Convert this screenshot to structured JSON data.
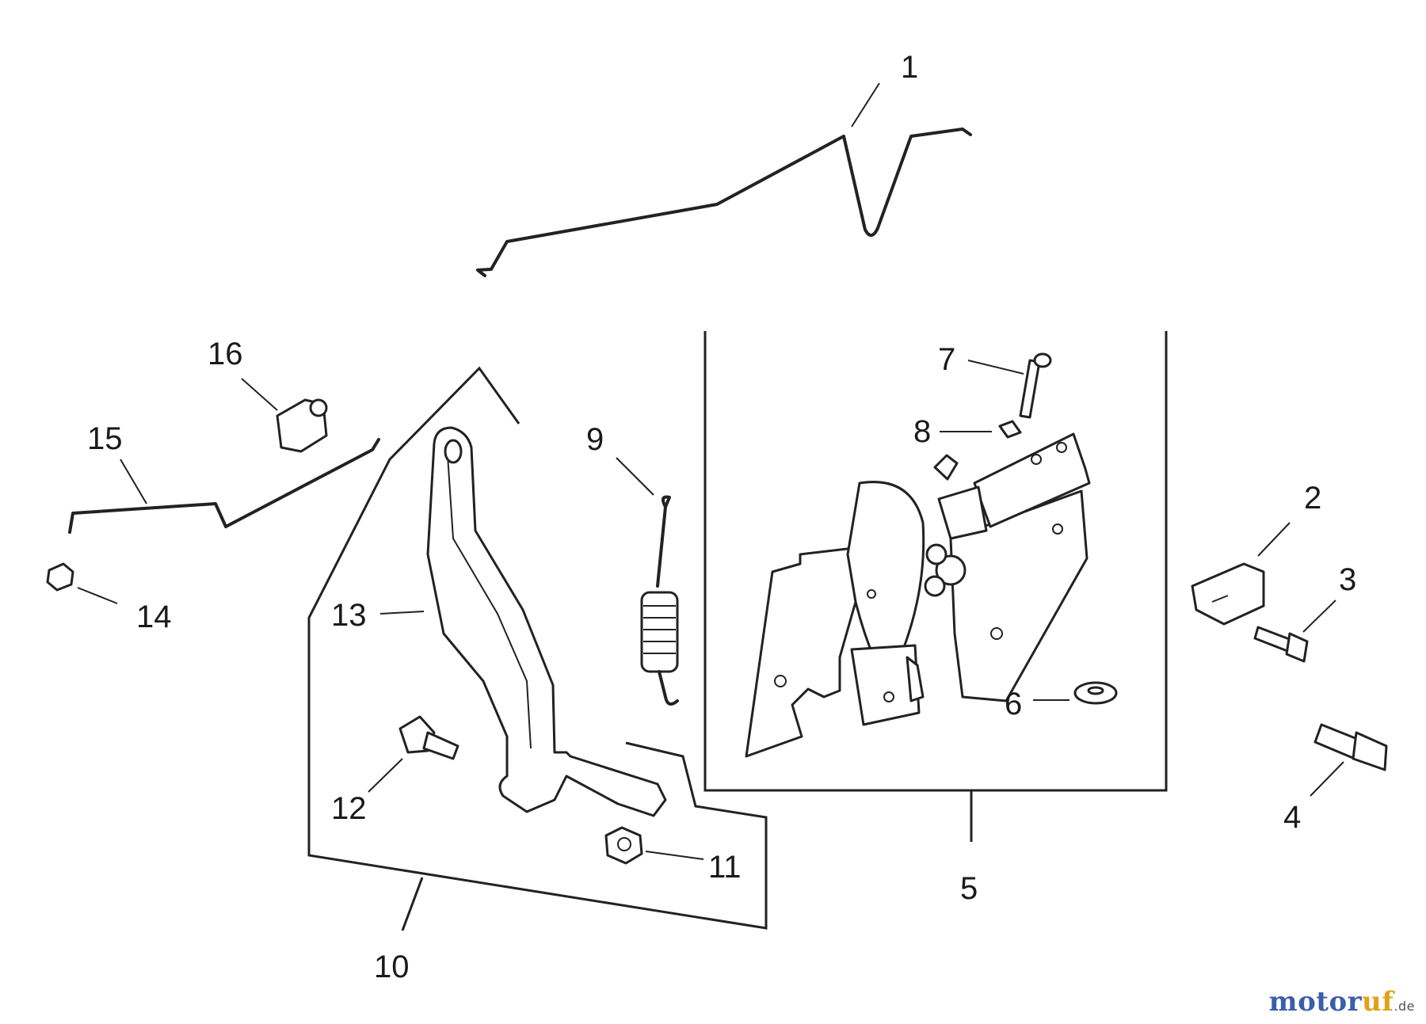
{
  "labels": {
    "l1": "1",
    "l2": "2",
    "l3": "3",
    "l4": "4",
    "l5": "5",
    "l6": "6",
    "l7": "7",
    "l8": "8",
    "l9": "9",
    "l10": "10",
    "l11": "11",
    "l12": "12",
    "l13": "13",
    "l14": "14",
    "l15": "15",
    "l16": "16"
  },
  "watermark": {
    "main": "motor",
    "accent": "uf",
    "tld": ".de"
  },
  "colors": {
    "ink": "#222222",
    "watermark_blue": "#3b5ea8",
    "watermark_orange": "#e0a21b"
  }
}
